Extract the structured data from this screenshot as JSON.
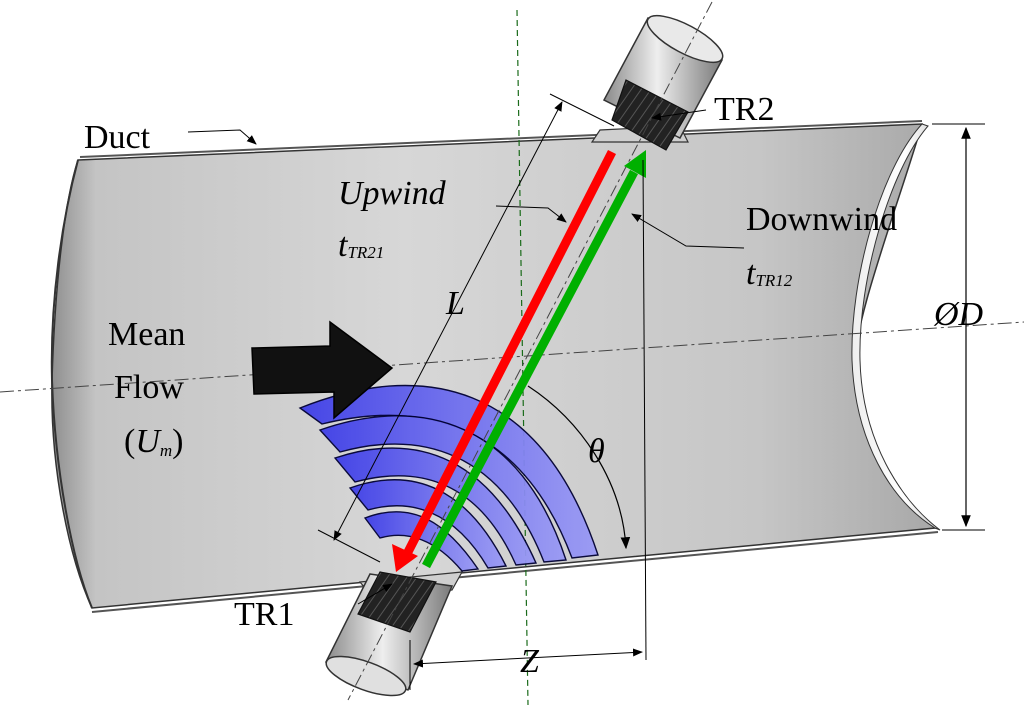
{
  "labels": {
    "duct": "Duct",
    "tr2": "TR2",
    "tr1": "TR1",
    "upwind": "Upwind",
    "upwind_time_main": "t",
    "upwind_time_sub": "TR21",
    "downwind": "Downwind",
    "downwind_time_main": "t",
    "downwind_time_sub": "TR12",
    "length": "L",
    "diameter": "ØD",
    "mean_line1": "Mean",
    "mean_line2": "Flow",
    "mean_line3_open": "(",
    "mean_line3_var": "U",
    "mean_line3_sub": "m",
    "mean_line3_close": ")",
    "angle": "θ",
    "spacing": "Z"
  },
  "colors": {
    "upwind_arrow": "#ff0000",
    "downwind_arrow": "#00b000",
    "wave_fill": "#5a5af0",
    "flow_arrow": "#111111",
    "duct_shade": "#c9c9c9"
  }
}
